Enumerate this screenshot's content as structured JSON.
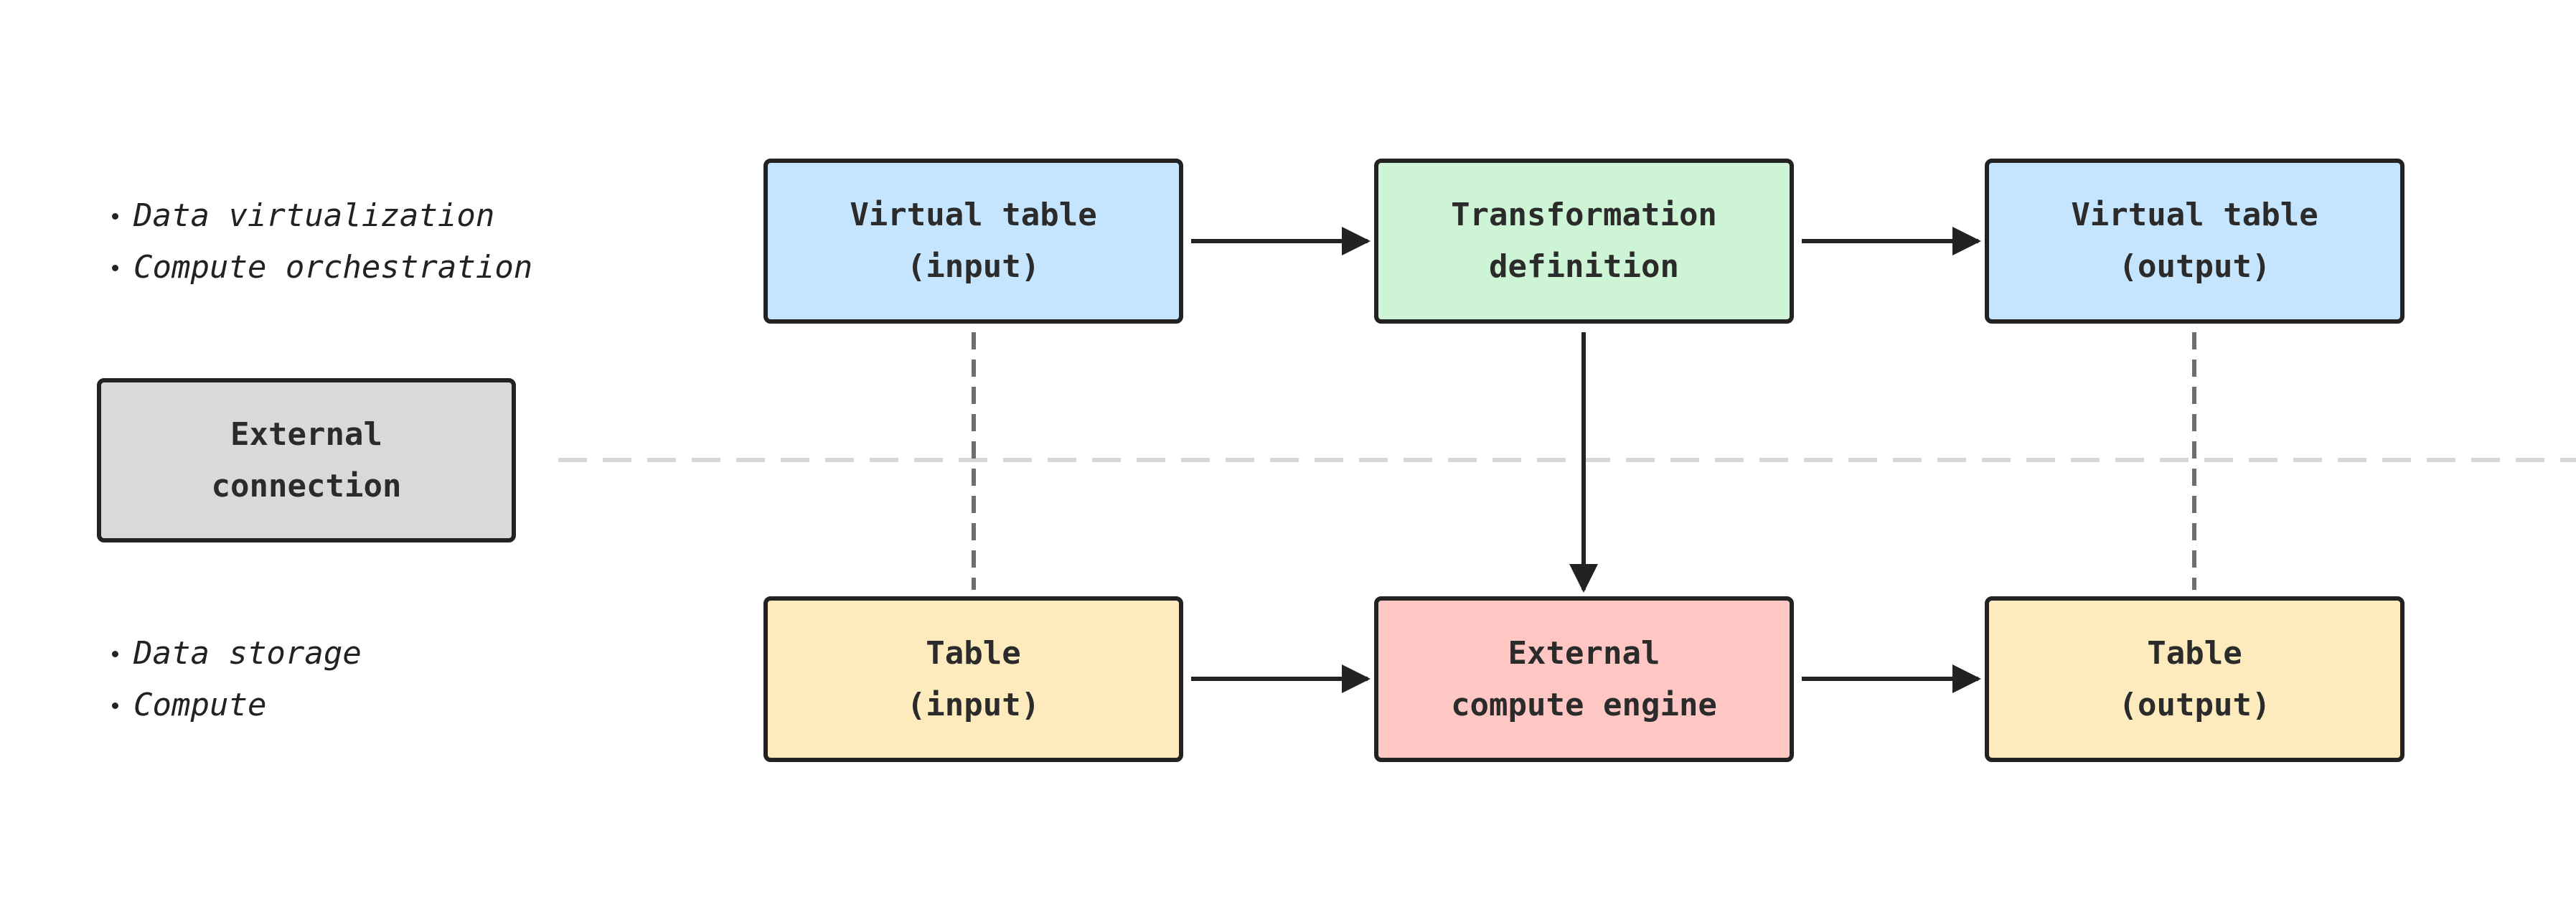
{
  "colors": {
    "virtual_table": "#c5e4fd",
    "transformation": "#cdf4d4",
    "external_connection": "#d9d9d9",
    "table": "#fdebbd",
    "external_compute": "#fec7c4",
    "border": "#222222",
    "dashed_connector": "#6e6e6e",
    "separator": "#d6d6d6"
  },
  "top_layer": {
    "bullets": [
      "Data virtualization",
      "Compute orchestration"
    ]
  },
  "bottom_layer": {
    "bullets": [
      "Data storage",
      "Compute"
    ]
  },
  "nodes": {
    "external_connection": {
      "line1": "External",
      "line2": "connection"
    },
    "virtual_table_input": {
      "line1": "Virtual table",
      "line2": "(input)"
    },
    "transformation_definition": {
      "line1": "Transformation",
      "line2": "definition"
    },
    "virtual_table_output": {
      "line1": "Virtual table",
      "line2": "(output)"
    },
    "table_input": {
      "line1": "Table",
      "line2": "(input)"
    },
    "external_compute_engine": {
      "line1": "External",
      "line2": "compute engine"
    },
    "table_output": {
      "line1": "Table",
      "line2": "(output)"
    }
  },
  "edges": [
    {
      "from": "virtual_table_input",
      "to": "transformation_definition",
      "style": "solid-arrow"
    },
    {
      "from": "transformation_definition",
      "to": "virtual_table_output",
      "style": "solid-arrow"
    },
    {
      "from": "transformation_definition",
      "to": "external_compute_engine",
      "style": "solid-arrow"
    },
    {
      "from": "table_input",
      "to": "external_compute_engine",
      "style": "solid-arrow"
    },
    {
      "from": "external_compute_engine",
      "to": "table_output",
      "style": "solid-arrow"
    },
    {
      "from": "virtual_table_input",
      "to": "table_input",
      "style": "dashed-line"
    },
    {
      "from": "virtual_table_output",
      "to": "table_output",
      "style": "dashed-line"
    }
  ]
}
